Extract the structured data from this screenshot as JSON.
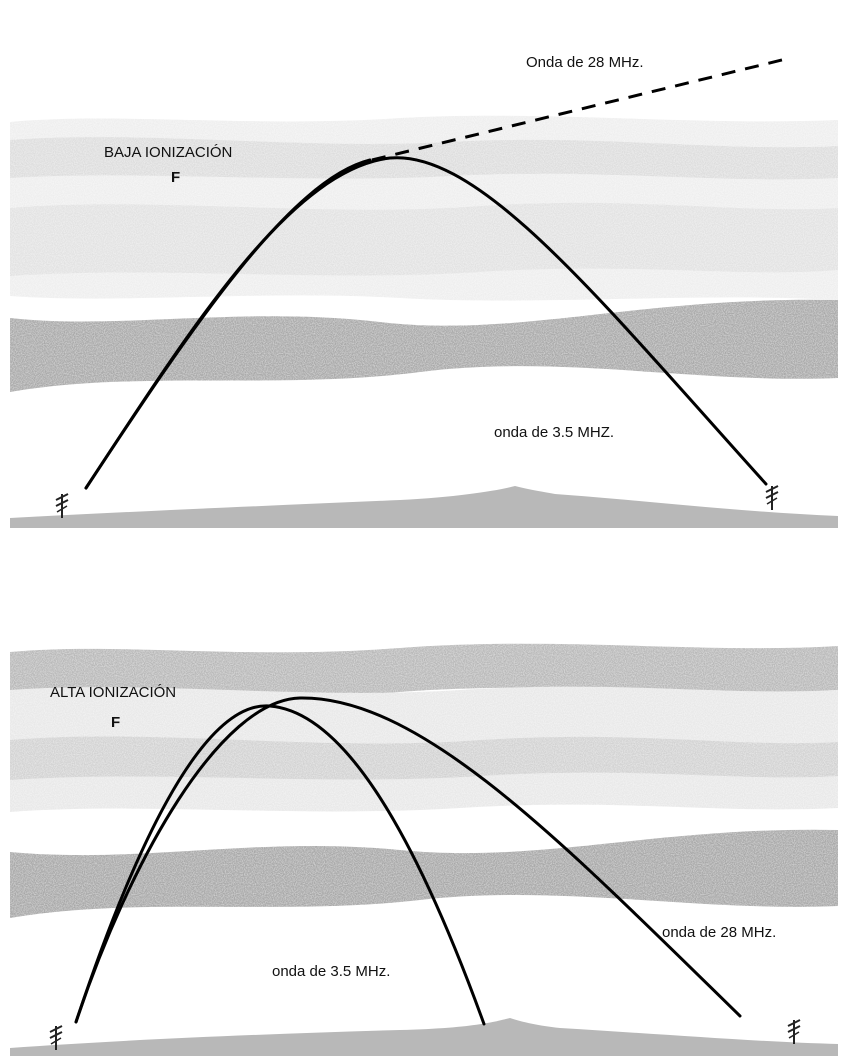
{
  "panels": [
    {
      "ionization_label": "BAJA IONIZACIÓN",
      "layer_label": "F",
      "wave_28_label": "Onda de 28 MHz.",
      "wave_35_label": "onda de 3.5 MHZ."
    },
    {
      "ionization_label": "ALTA IONIZACIÓN",
      "layer_label": "F",
      "wave_28_label": "onda de 28 MHz.",
      "wave_35_label": "onda de 3.5 MHz."
    }
  ],
  "colors": {
    "sky_light": "#ececec",
    "sky_mid": "#dcdcdc",
    "sky_dark": "#a8a8a8",
    "ground": "#b9b9b9",
    "ray": "#000000"
  }
}
